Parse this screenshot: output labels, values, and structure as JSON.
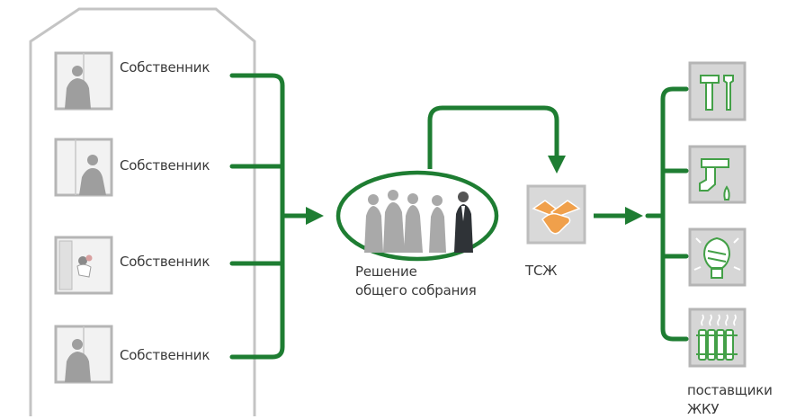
{
  "owners": [
    {
      "label": "Собственник",
      "figure": "person-standing-window-icon"
    },
    {
      "label": "Собственник",
      "figure": "person-at-window-icon"
    },
    {
      "label": "Собственник",
      "figure": "person-leaning-out-window-icon"
    },
    {
      "label": "Собственник",
      "figure": "person-standing-window-icon"
    }
  ],
  "meeting": {
    "label_line1": "Решение",
    "label_line2": "общего собрания",
    "icon": "group-of-people-icon"
  },
  "hoa": {
    "label": "ТСЖ",
    "icon": "handshake-icon"
  },
  "suppliers": {
    "label_line1": "поставщики",
    "label_line2": "ЖКУ",
    "items": [
      {
        "icon": "hammer-wrench-icon"
      },
      {
        "icon": "water-faucet-icon"
      },
      {
        "icon": "light-bulb-icon"
      },
      {
        "icon": "radiator-icon"
      }
    ]
  },
  "colors": {
    "accent_green": "#1e7d32",
    "icon_gray": "#a9a9a9",
    "tile_bg": "#d9d9d9",
    "building_outline": "#c4c4c4",
    "handshake_orange": "#f0a04b"
  }
}
